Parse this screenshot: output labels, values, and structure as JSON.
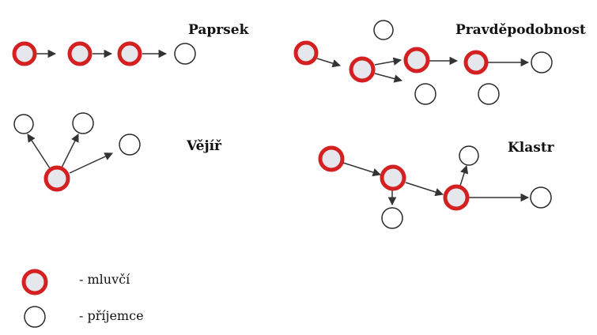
{
  "diagrams": [
    {
      "id": "paprsek",
      "title": "Paprsek"
    },
    {
      "id": "pravdepodobnost",
      "title": "Pravděpodobnost"
    },
    {
      "id": "vejir",
      "title": "Vějíř"
    },
    {
      "id": "klastr",
      "title": "Klastr"
    }
  ],
  "legend": {
    "speaker_label": "- mluvčí",
    "receiver_label": "- příjemce"
  },
  "colors": {
    "speaker_stroke": "#d42020",
    "speaker_fill": "#e6e7ec",
    "receiver_stroke": "#2b2b2b",
    "edge": "#333333"
  }
}
